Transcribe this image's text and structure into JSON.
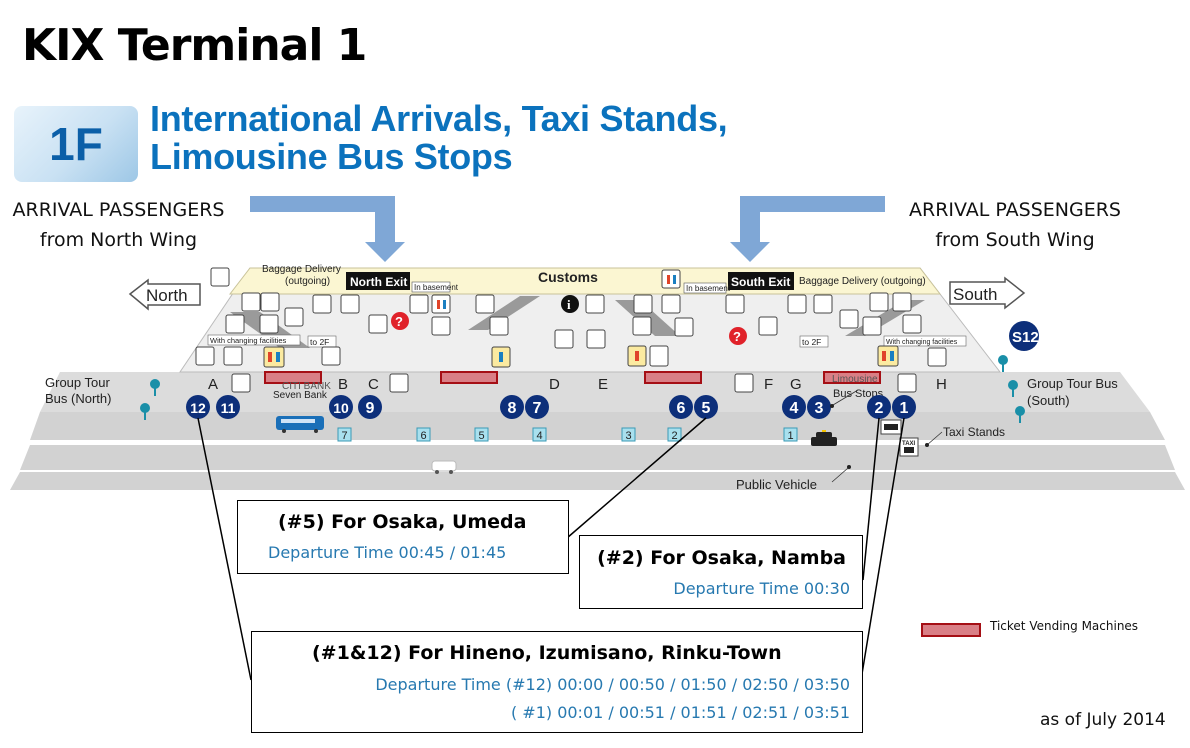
{
  "title": "KIX Terminal 1",
  "floor": {
    "badge": "1F",
    "heading_line1": "International Arrivals,  Taxi Stands,",
    "heading_line2": "Limousine Bus Stops"
  },
  "arrivals": {
    "north": {
      "line1": "ARRIVAL PASSENGERS",
      "line2": "from North Wing"
    },
    "south": {
      "line1": "ARRIVAL PASSENGERS",
      "line2": "from South Wing"
    }
  },
  "map": {
    "direction_north": "North",
    "direction_south": "South",
    "customs": "Customs",
    "north_exit": "North Exit",
    "south_exit": "South Exit",
    "in_basement": "In basement",
    "baggage_delivery_north_1": "Baggage Delivery",
    "baggage_delivery_north_2": "(outgoing)",
    "baggage_delivery_south": "Baggage Delivery (outgoing)",
    "with_changing_facilities": "With changing facilities",
    "to_2f": "to 2F",
    "citibank": "CITI BANK",
    "seven_bank": "Seven Bank",
    "limousine_bus_stops_1": "Limousine",
    "limousine_bus_stops_2": "Bus Stops",
    "group_tour_north_1": "Group Tour",
    "group_tour_north_2": "Bus (North)",
    "group_tour_south_1": "Group Tour Bus",
    "group_tour_south_2": "(South)",
    "taxi_stands": "Taxi Stands",
    "public_vehicle": "Public Vehicle",
    "taxi_sign": "TAXI",
    "s12": "S12",
    "gates": [
      "A",
      "B",
      "C",
      "D",
      "E",
      "F",
      "G",
      "H"
    ],
    "bus_stops": [
      "12",
      "11",
      "10",
      "9",
      "8",
      "7",
      "6",
      "5",
      "4",
      "3",
      "2",
      "1"
    ],
    "lane_numbers": [
      "7",
      "6",
      "5",
      "4",
      "3",
      "2",
      "1"
    ]
  },
  "callouts": {
    "stop5": {
      "title": "(#5) For Osaka, Umeda",
      "departure": "Departure Time  00:45 / 01:45"
    },
    "stop2": {
      "title": "(#2) For Osaka, Namba",
      "departure": "Departure Time  00:30"
    },
    "stop1_12": {
      "title": "(#1&12) For Hineno, Izumisano, Rinku-Town",
      "departure_12": "Departure Time  (#12) 00:00 / 00:50 / 01:50 / 02:50 / 03:50",
      "departure_1": "(  #1) 00:01 / 00:51 / 01:51 / 02:51 / 03:51"
    }
  },
  "legend": {
    "ticket_vending": "Ticket Vending  Machines"
  },
  "as_of": "as of July 2014",
  "colors": {
    "bus_stop_circle": "#0d2f7a",
    "heading_blue": "#0b72bd",
    "ticket_vending_fill": "#d97f86",
    "ticket_vending_border": "#a50f15",
    "departure_text": "#2779b0",
    "arrival_arrow": "#7fa7d6",
    "customs_band": "#fbf6d2"
  }
}
